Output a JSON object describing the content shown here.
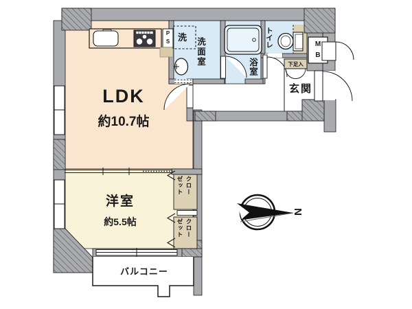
{
  "rooms": {
    "ldk": {
      "label": "LDK",
      "size": "約10.7帖"
    },
    "western": {
      "label": "洋室",
      "size": "約5.5帖"
    },
    "washroom": {
      "label": "洗面室"
    },
    "bathroom": {
      "label": "浴室"
    },
    "toilet": {
      "label": "トイレ"
    },
    "entrance": {
      "label": "玄関"
    },
    "balcony": {
      "label": "バルコニー"
    }
  },
  "fixtures": {
    "washing_machine": "洗",
    "shoe_cabinet": "下足入",
    "meter_box": {
      "line1": "M",
      "line2": "B"
    },
    "pipe_space": {
      "line1": "P",
      "line2": "S"
    },
    "closet": {
      "col_right": "クロー",
      "col_left": "ゼット"
    }
  },
  "compass": {
    "north_label": "N"
  },
  "colors": {
    "ldk_floor": "#fae6ce",
    "western_floor": "#f9f3da",
    "wet_area_floor": "#d7eaf5",
    "closet_floor": "#ddd1b6",
    "wall_gray": "#aaabae",
    "line_black": "#1a1a1a"
  }
}
